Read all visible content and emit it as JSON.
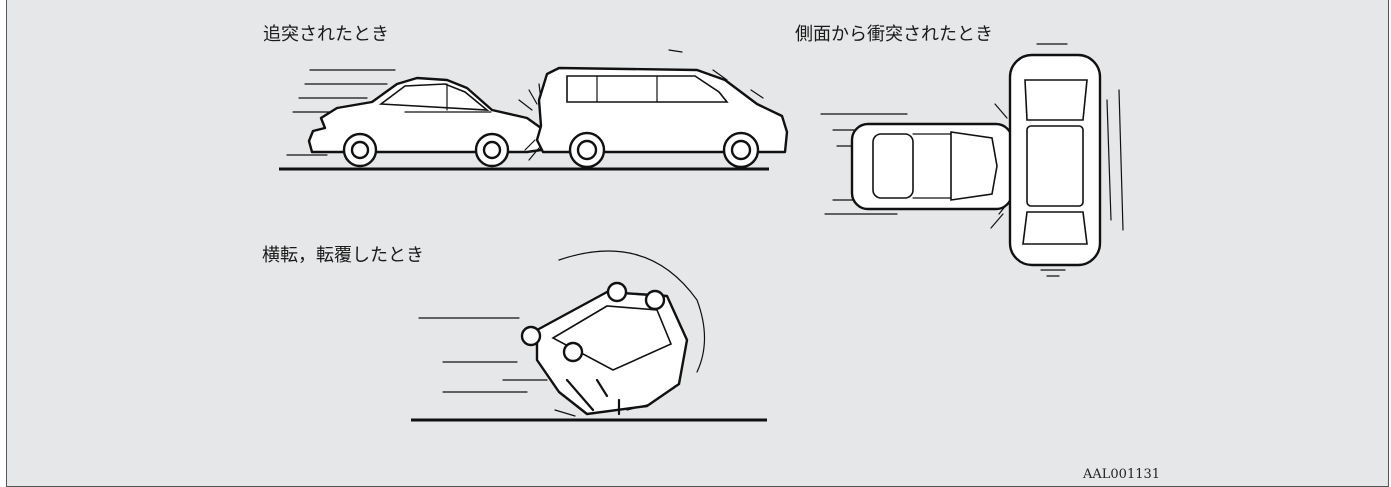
{
  "figure": {
    "captions": {
      "rear_collision": "追突されたとき",
      "side_collision": "側面から衝突されたとき",
      "rollover": "横転，転覆したとき"
    },
    "code": "AAL001131"
  }
}
